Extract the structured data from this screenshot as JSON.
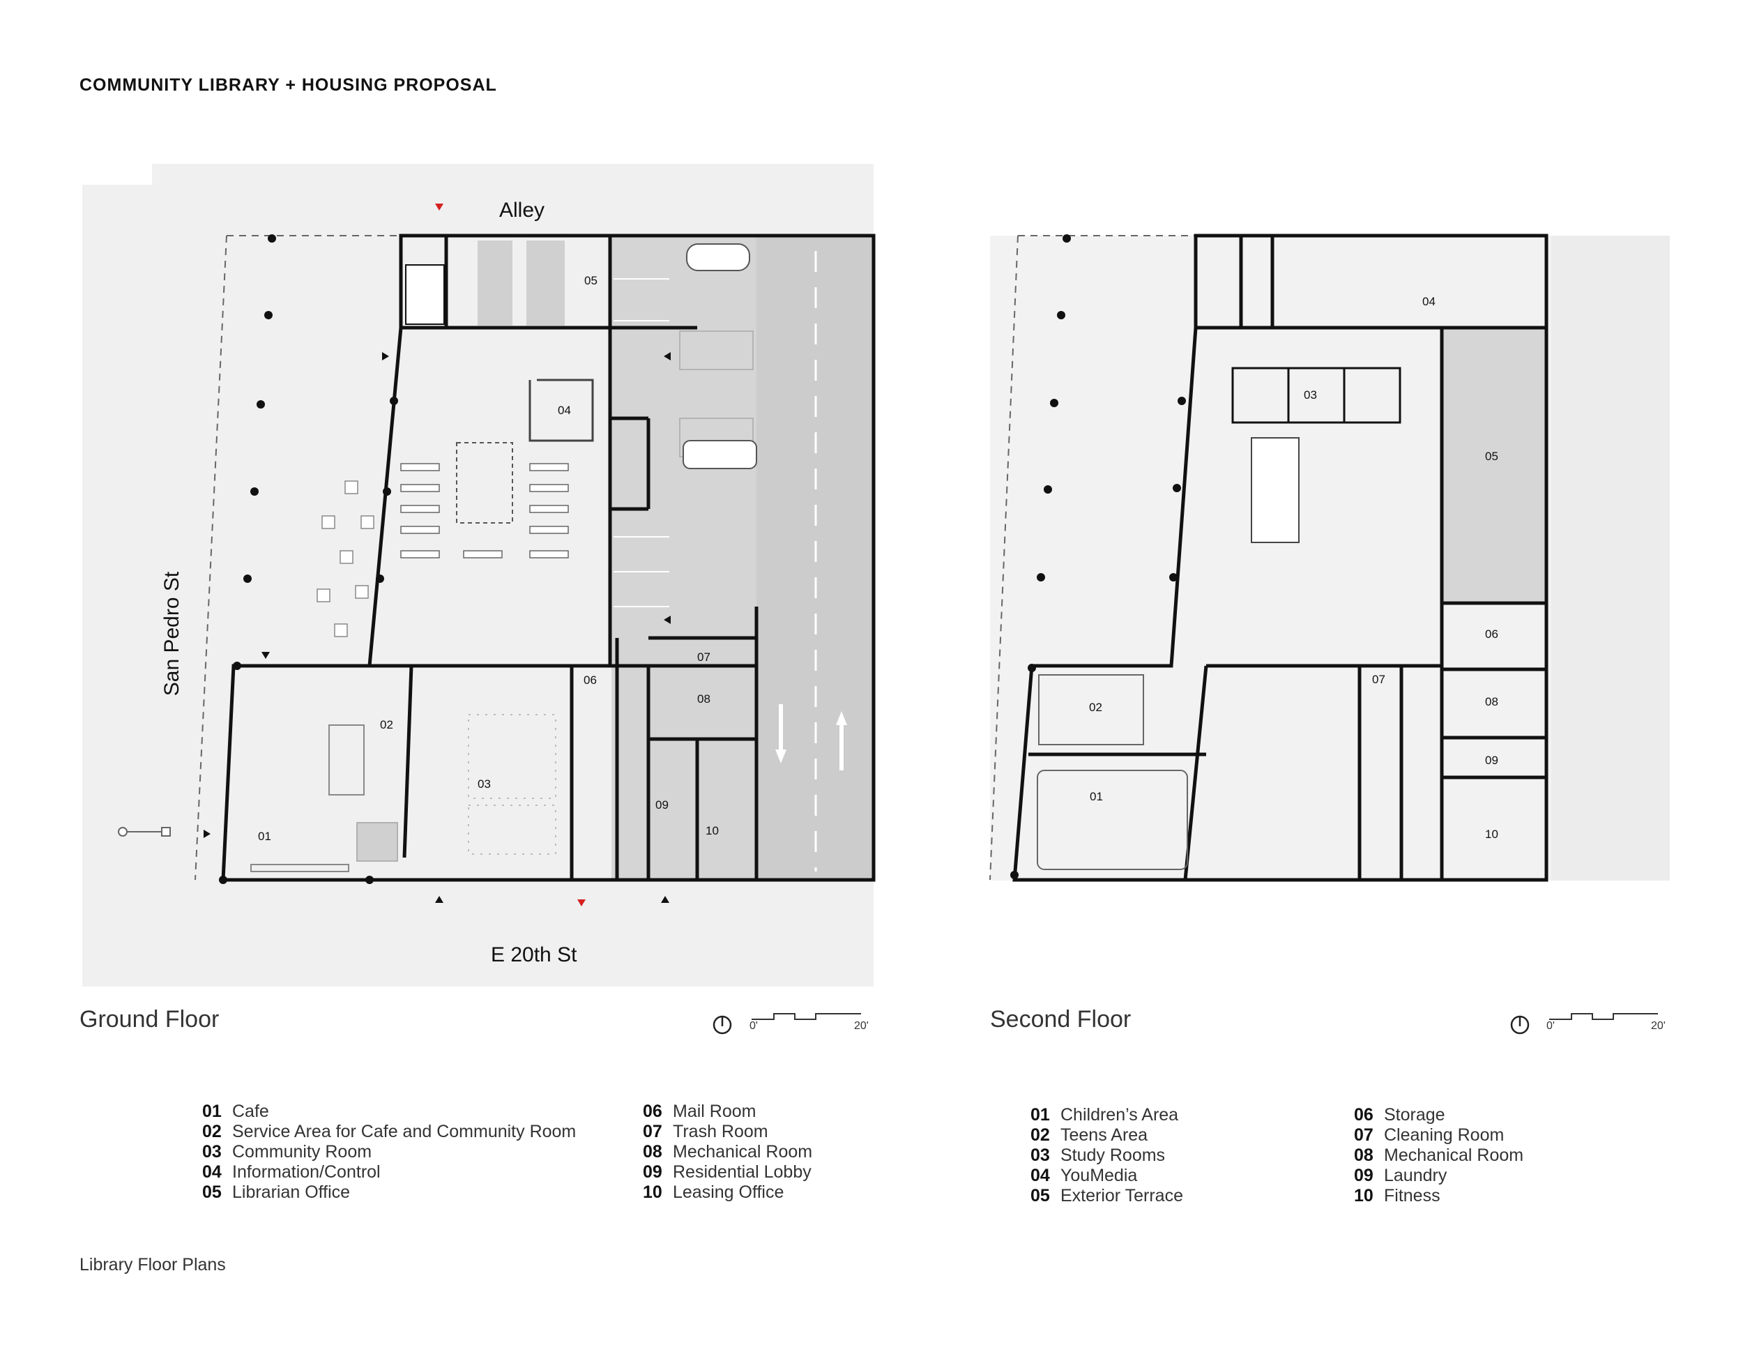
{
  "project_title": "COMMUNITY LIBRARY + HOUSING PROPOSAL",
  "ground_floor": {
    "title": "Ground Floor",
    "streets": {
      "alley": "Alley",
      "east": "E 20th St",
      "west": "San Pedro St"
    },
    "rooms": [
      "01",
      "02",
      "03",
      "04",
      "05",
      "06",
      "07",
      "08",
      "09",
      "10"
    ],
    "legend_a": [
      {
        "num": "01",
        "label": "Cafe"
      },
      {
        "num": "02",
        "label": "Service Area for Cafe and Community Room"
      },
      {
        "num": "03",
        "label": "Community Room"
      },
      {
        "num": "04",
        "label": "Information/Control"
      },
      {
        "num": "05",
        "label": "Librarian Office"
      }
    ],
    "legend_b": [
      {
        "num": "06",
        "label": "Mail Room"
      },
      {
        "num": "07",
        "label": "Trash Room"
      },
      {
        "num": "08",
        "label": "Mechanical Room"
      },
      {
        "num": "09",
        "label": "Residential Lobby"
      },
      {
        "num": "10",
        "label": "Leasing Office"
      }
    ],
    "scale": {
      "start": "0'",
      "end": "20'"
    }
  },
  "second_floor": {
    "title": "Second Floor",
    "rooms": [
      "01",
      "02",
      "03",
      "04",
      "05",
      "06",
      "07",
      "08",
      "09",
      "10"
    ],
    "legend_a": [
      {
        "num": "01",
        "label": "Children’s Area"
      },
      {
        "num": "02",
        "label": "Teens Area"
      },
      {
        "num": "03",
        "label": "Study Rooms"
      },
      {
        "num": "04",
        "label": "YouMedia"
      },
      {
        "num": "05",
        "label": "Exterior Terrace"
      }
    ],
    "legend_b": [
      {
        "num": "06",
        "label": "Storage"
      },
      {
        "num": "07",
        "label": "Cleaning Room"
      },
      {
        "num": "08",
        "label": "Mechanical Room"
      },
      {
        "num": "09",
        "label": "Laundry"
      },
      {
        "num": "10",
        "label": "Fitness"
      }
    ],
    "scale": {
      "start": "0'",
      "end": "20'"
    }
  },
  "caption": "Library Floor Plans",
  "colors": {
    "site": "#efefef",
    "parking": "#d4d4d4",
    "wall": "#111111",
    "arrow_red": "#d42020",
    "terrace": "#d6d6d6"
  },
  "icons": [
    "north-arrow-icon",
    "scale-bar-icon",
    "entry-arrow-icon",
    "column-dot-icon",
    "car-icon",
    "street-lamp-icon"
  ]
}
